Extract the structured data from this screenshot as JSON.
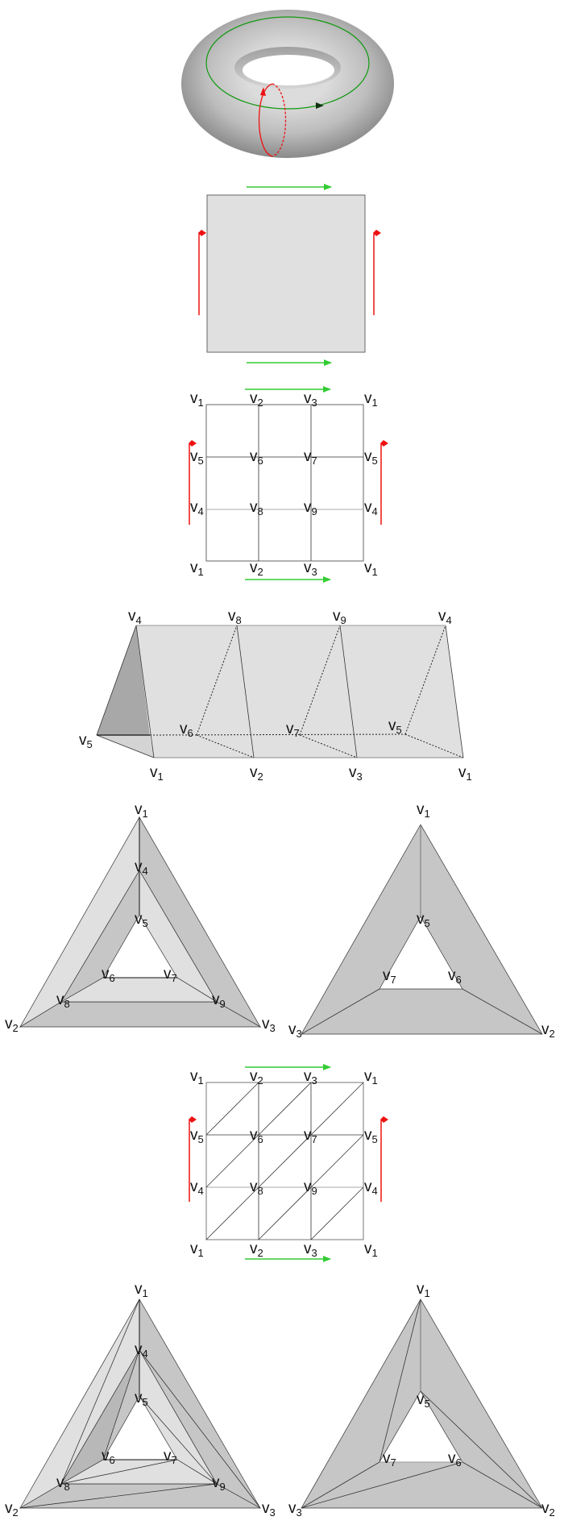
{
  "colors": {
    "green_arrow": "#33cc33",
    "red_arrow": "#ee1111",
    "torus_green_loop": "#119911",
    "light_face": "#e0e0e0",
    "dark_face": "#c6c6c6",
    "darker_face": "#a8a8a8"
  },
  "figures": {
    "grid_quad": {
      "labels": [
        "v1",
        "v2",
        "v3",
        "v1",
        "v5",
        "v6",
        "v7",
        "v5",
        "v4",
        "v8",
        "v9",
        "v4",
        "v1",
        "v2",
        "v3",
        "v1"
      ]
    },
    "prism": {
      "labels": [
        "v4",
        "v8",
        "v9",
        "v4",
        "v5",
        "v6",
        "v7",
        "v5",
        "v1",
        "v2",
        "v3",
        "v1"
      ]
    },
    "triangle_quad_front": {
      "labels": [
        "v1",
        "v4",
        "v5",
        "v6",
        "v7",
        "v8",
        "v9",
        "v2",
        "v3"
      ]
    },
    "triangle_quad_back": {
      "labels": [
        "v1",
        "v5",
        "v7",
        "v6",
        "v3",
        "v2"
      ]
    },
    "grid_tri": {
      "labels": [
        "v1",
        "v2",
        "v3",
        "v1",
        "v5",
        "v6",
        "v7",
        "v5",
        "v4",
        "v8",
        "v9",
        "v4",
        "v1",
        "v2",
        "v3",
        "v1"
      ]
    },
    "triangle_tri_front": {
      "labels": [
        "v1",
        "v4",
        "v5",
        "v6",
        "v7",
        "v8",
        "v9",
        "v2",
        "v3"
      ]
    },
    "triangle_tri_back": {
      "labels": [
        "v1",
        "v5",
        "v7",
        "v6",
        "v3",
        "v2"
      ]
    }
  }
}
